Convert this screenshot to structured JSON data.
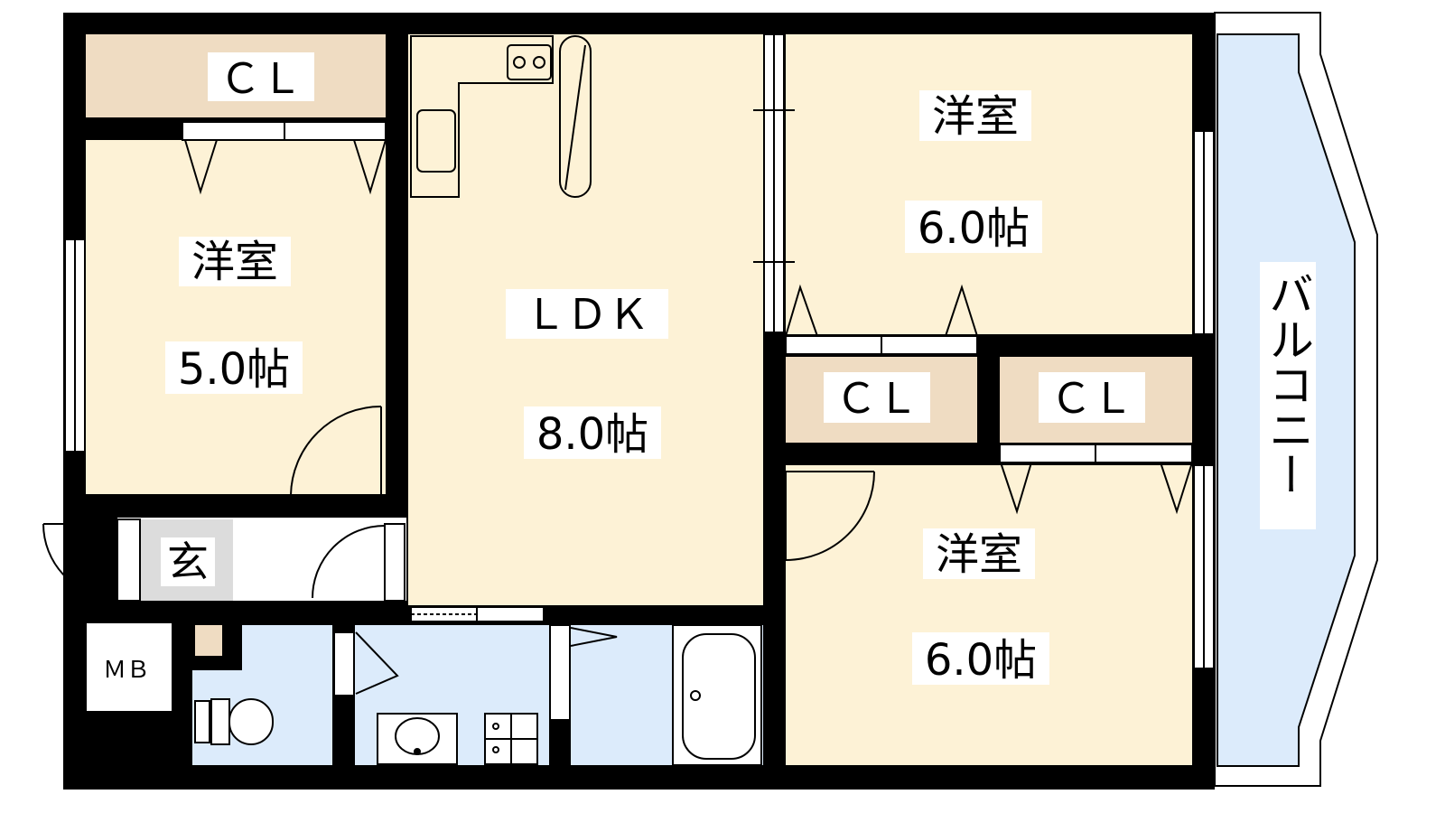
{
  "floorplan": {
    "colors": {
      "wall": "#000000",
      "room": "#fdf2d6",
      "closet": "#efdcc2",
      "water": "#dcebfb",
      "balcony": "#dcebfb",
      "genkan": "#dcdcdc",
      "background": "#ffffff"
    },
    "rooms": {
      "cl_top": {
        "label": "ＣＬ"
      },
      "room_left": {
        "label": "洋室",
        "size": "5.0帖"
      },
      "ldk": {
        "label": "ＬＤＫ",
        "size": "8.0帖"
      },
      "room_top_right": {
        "label": "洋室",
        "size": "6.0帖"
      },
      "cl_mid_left": {
        "label": "ＣＬ"
      },
      "cl_mid_right": {
        "label": "ＣＬ"
      },
      "room_bottom_right": {
        "label": "洋室",
        "size": "6.0帖"
      },
      "genkan": {
        "label": "玄"
      },
      "mb": {
        "label": "ＭＢ"
      },
      "balcony": {
        "label": "バルコニー"
      }
    }
  }
}
